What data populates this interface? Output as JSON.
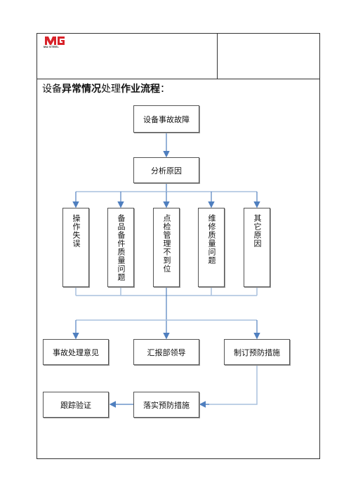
{
  "header": {
    "logo_text": "MA·STEEL"
  },
  "title": {
    "part1": "设备",
    "part2": "异常情况",
    "part3": "处理",
    "part4": "作业",
    "part5": "流程",
    "part6": "："
  },
  "flow": {
    "start": "设备事故故障",
    "analyze": "分析原因",
    "causes": [
      "操作失误",
      "备品备件质量问题",
      "点检管理不到位",
      "维修质量问题",
      "其它原因"
    ],
    "actions": [
      "事故处理意见",
      "汇报部领导",
      "制订预防措施"
    ],
    "implement": "落实预防措施",
    "track": "跟踪验证"
  },
  "colors": {
    "arrow": "#4f7fbf",
    "line": "#a9c0de",
    "border": "#555555"
  }
}
